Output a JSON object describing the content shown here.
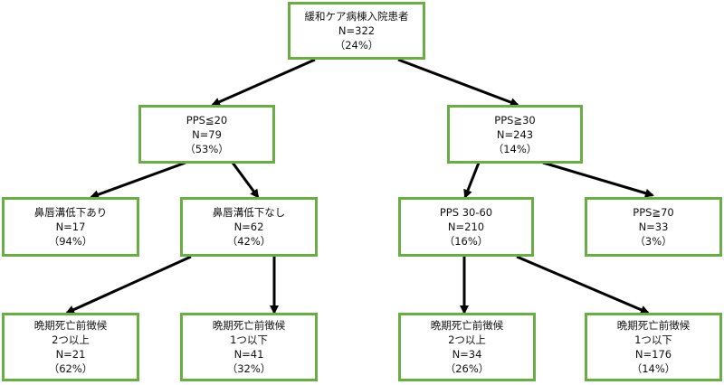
{
  "colors": {
    "border": "#6aac45",
    "arrow": "#000000"
  },
  "nodes": {
    "root": {
      "title": "緩和ケア病棟入院患者",
      "n": "N=322",
      "pct": "（24%）"
    },
    "pps_le20": {
      "title": "PPS≦20",
      "n": "N=79",
      "pct": "（53%）"
    },
    "pps_ge30": {
      "title": "PPS≧30",
      "n": "N=243",
      "pct": "（14%）"
    },
    "nl_fall_yes": {
      "title": "鼻唇溝低下あり",
      "n": "N=17",
      "pct": "（94%）"
    },
    "nl_fall_no": {
      "title": "鼻唇溝低下なし",
      "n": "N=62",
      "pct": "（42%）"
    },
    "pps_30_60": {
      "title": "PPS 30-60",
      "n": "N=210",
      "pct": "（16%）"
    },
    "pps_ge70": {
      "title": "PPS≧70",
      "n": "N=33",
      "pct": "（3%）"
    },
    "sign2_a": {
      "title": "晩期死亡前徴候",
      "sub": "2つ以上",
      "n": "N=21",
      "pct": "（62%）"
    },
    "sign1_a": {
      "title": "晩期死亡前徴候",
      "sub": "1つ以下",
      "n": "N=41",
      "pct": "（32%）"
    },
    "sign2_b": {
      "title": "晩期死亡前徴候",
      "sub": "2つ以上",
      "n": "N=34",
      "pct": "（26%）"
    },
    "sign1_b": {
      "title": "晩期死亡前徴候",
      "sub": "1つ以下",
      "n": "N=176",
      "pct": "（14%）"
    }
  }
}
